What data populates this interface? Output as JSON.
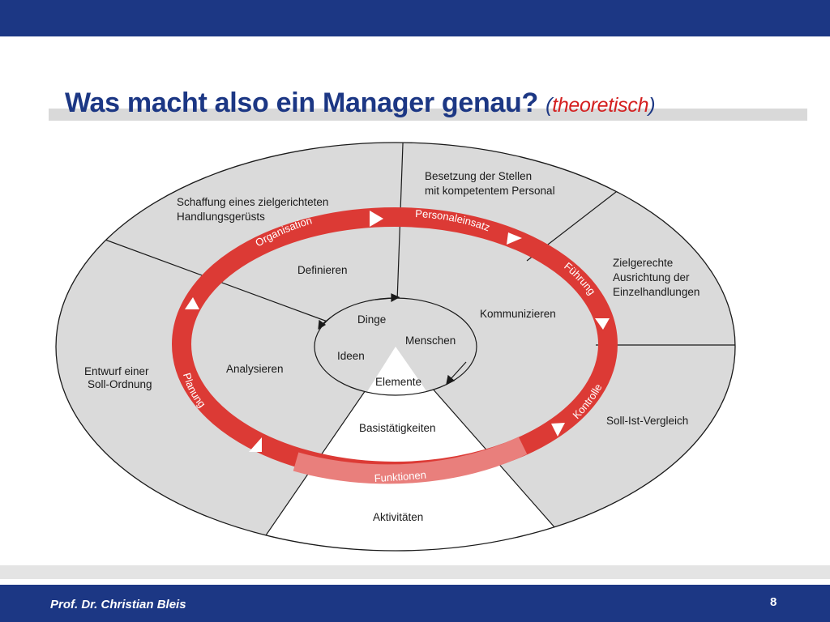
{
  "slide": {
    "title_main": "Was macht also ein Manager genau?",
    "title_paren_open": "(",
    "title_sub": "theoretisch",
    "title_paren_close": ")",
    "footer_author": "Prof. Dr. Christian Bleis",
    "page_number": "8"
  },
  "colors": {
    "brand_blue": "#1c3784",
    "ring_red": "#dc3a35",
    "ring_light_red": "#e97f7c",
    "sector_gray": "#dadada",
    "title_subtitle_red": "#d42020"
  },
  "diagram": {
    "outer_labels": {
      "organisation": [
        "Schaffung eines zielgerichteten",
        "Handlungsgerüsts"
      ],
      "personaleinsatz": [
        "Besetzung der Stellen",
        "mit kompetentem Personal"
      ],
      "fuehrung": [
        "Zielgerechte",
        "Ausrichtung der",
        "Einzelhandlungen"
      ],
      "kontrolle": [
        "Soll-Ist-Vergleich"
      ],
      "planung": [
        "Entwurf einer",
        "Soll-Ordnung"
      ],
      "funktionen_outer": "Aktivitäten"
    },
    "middle_labels": {
      "definieren": "Definieren",
      "kommunizieren": "Kommunizieren",
      "analysieren": "Analysieren",
      "basistaetigkeiten": "Basistätigkeiten"
    },
    "inner_labels": {
      "dinge": "Dinge",
      "menschen": "Menschen",
      "ideen": "Ideen",
      "elemente": "Elemente"
    },
    "ring_labels": {
      "organisation": "Organisation",
      "personaleinsatz": "Personaleinsatz",
      "fuehrung": "Führung",
      "kontrolle": "Kontrolle",
      "planung": "Planung",
      "funktionen": "Funktionen"
    }
  }
}
